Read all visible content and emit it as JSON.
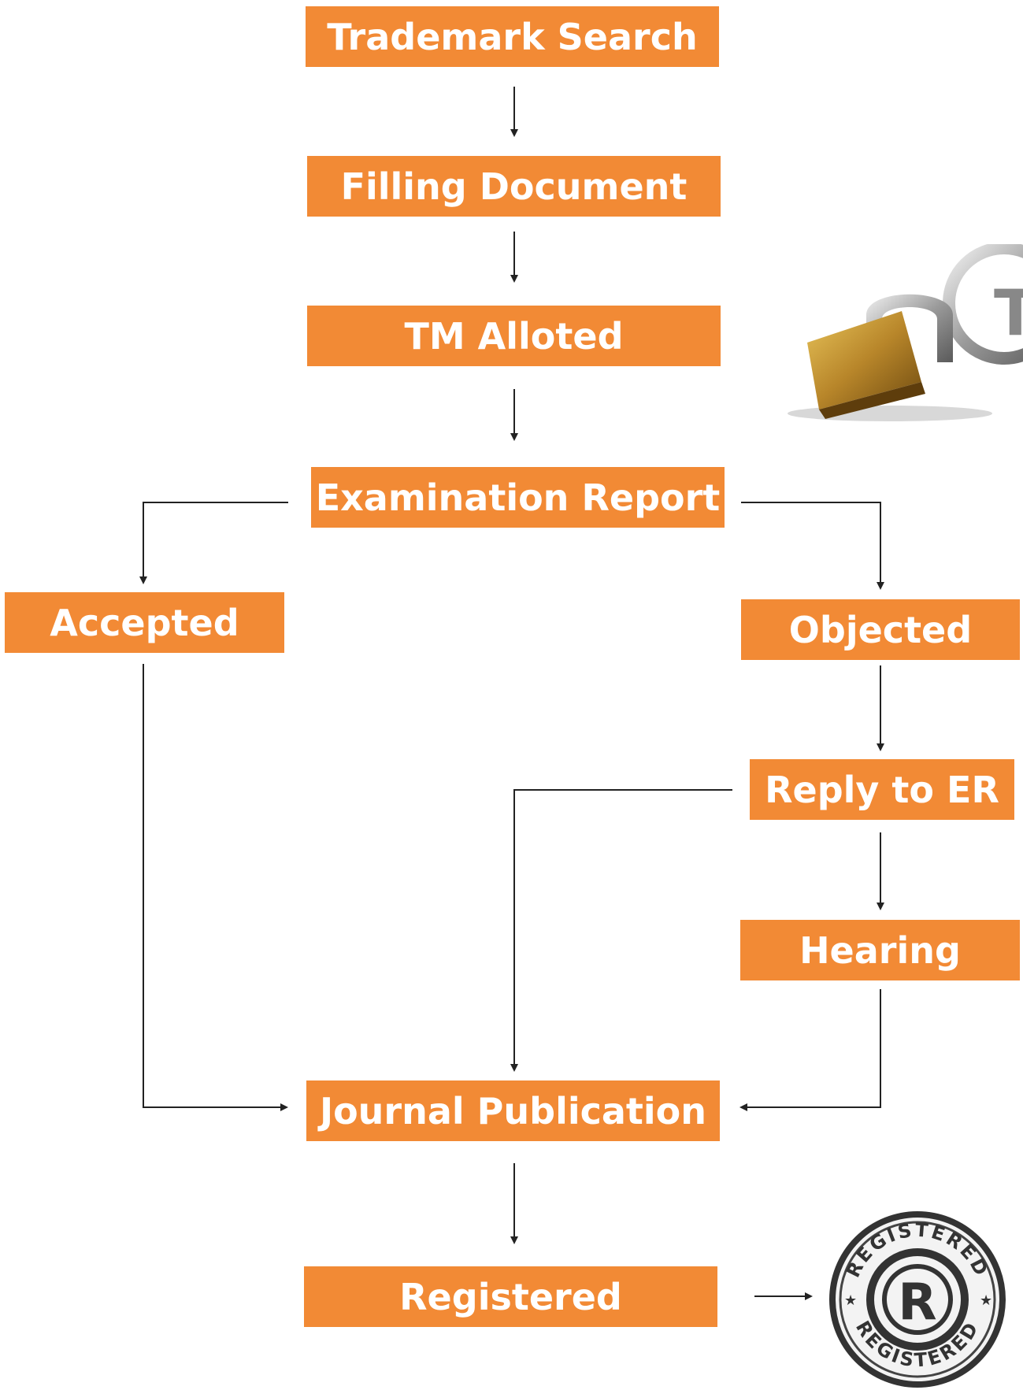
{
  "nodes": {
    "search": "Trademark Search",
    "filing": "Filling Document",
    "alloted": "TM Alloted",
    "exam": "Examination Report",
    "accepted": "Accepted",
    "objected": "Objected",
    "reply": "Reply to ER",
    "hearing": "Hearing",
    "journal": "Journal Publication",
    "registered": "Registered"
  },
  "stamp": {
    "outer_text": "REGISTERED",
    "symbol": "R"
  },
  "colors": {
    "node_fill": "#f28a35",
    "node_text": "#ffffff",
    "arrow": "#222222"
  }
}
